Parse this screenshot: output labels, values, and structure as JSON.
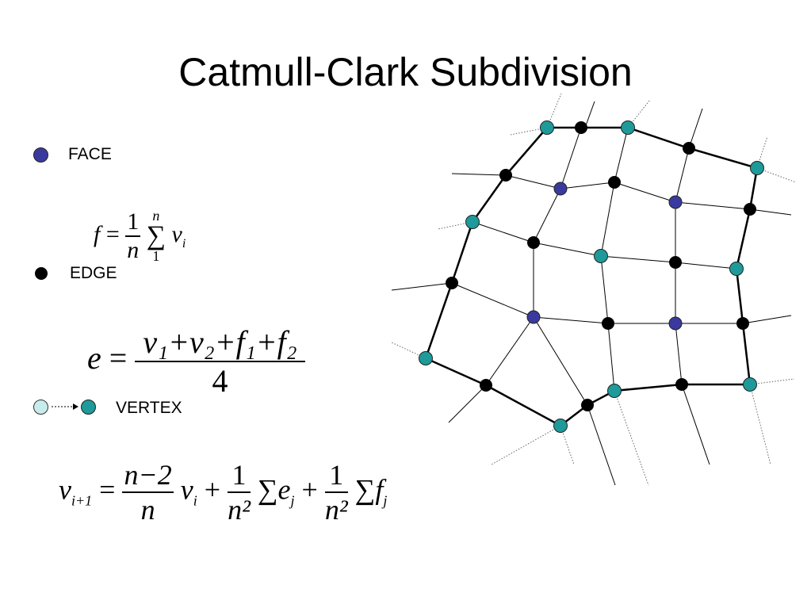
{
  "title": "Catmull-Clark Subdivision",
  "legend": {
    "face": "FACE",
    "edge": "EDGE",
    "vertex": "VERTEX"
  },
  "colors": {
    "face": "#3a3a9e",
    "edge": "#000000",
    "vertex": "#1e9a9a",
    "vertex_old": "#c8ecec"
  },
  "formulas": {
    "face": {
      "lhs": "f",
      "eq": "=",
      "num": "1",
      "den": "n",
      "sum": "∑",
      "sum_top": "n",
      "sum_bottom": "1",
      "term": "v",
      "term_sub": "i"
    },
    "edge": {
      "lhs": "e",
      "eq": "=",
      "numerator": "v₁+v₂+f₁+f₂",
      "denominator": "4"
    },
    "vertex": {
      "lhs": "v",
      "lhs_sub": "i+1",
      "eq": "=",
      "frac1_num": "n−2",
      "frac1_den": "n",
      "term1": "v",
      "term1_sub": "i",
      "plus1": "+",
      "frac2_num": "1",
      "frac2_den": "n²",
      "sum1": "∑",
      "term2": "e",
      "term2_sub": "j",
      "plus2": "+",
      "frac3_num": "1",
      "frac3_den": "n²",
      "sum2": "∑",
      "term3": "f",
      "term3_sub": "j"
    }
  }
}
